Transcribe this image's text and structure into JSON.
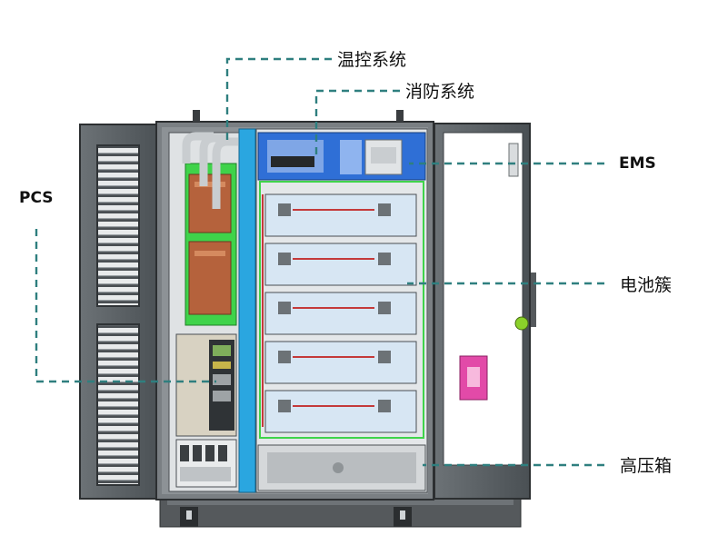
{
  "labels": {
    "thermal": "温控系统",
    "fire": "消防系统",
    "ems": "EMS",
    "pcs": "PCS",
    "battery": "电池簇",
    "hv_box": "高压箱"
  },
  "colors": {
    "leader": "#2f7f7f",
    "cabinet": "#5a5f63",
    "panel_dark": "#3d4246",
    "green_board": "#3fd34a",
    "copper": "#b5623c",
    "busbar_blue": "#2aa6e0",
    "ems_blue": "#2f6fd6",
    "battery_red": "#c43a3a",
    "handle_pink": "#e24aa8",
    "knob_green": "#8bd12a"
  },
  "battery_modules": 5
}
